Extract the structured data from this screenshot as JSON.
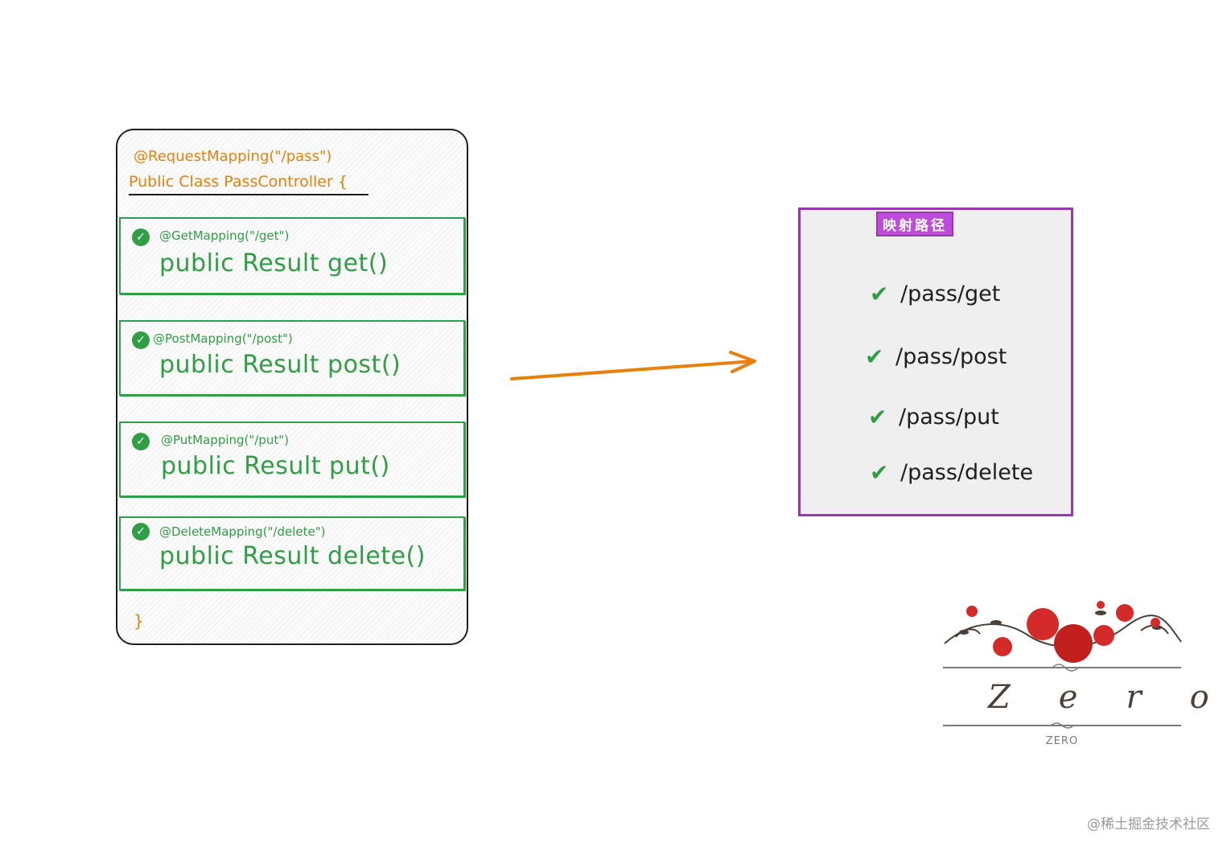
{
  "controller": {
    "request_mapping": "@RequestMapping(\"/pass\")",
    "class_declaration": "Public Class PassController {",
    "closing_brace": "}",
    "methods": [
      {
        "annotation": "@GetMapping(\"/get\")",
        "signature": "public Result get()"
      },
      {
        "annotation": "@PostMapping(\"/post\")",
        "signature": "public Result post()"
      },
      {
        "annotation": "@PutMapping(\"/put\")",
        "signature": "public Result put()"
      },
      {
        "annotation": "@DeleteMapping(\"/delete\")",
        "signature": "public Result delete()"
      }
    ]
  },
  "paths_panel": {
    "title": "映射路径",
    "paths": [
      "/pass/get",
      "/pass/post",
      "/pass/put",
      "/pass/delete"
    ],
    "check_icon": "check-icon"
  },
  "logo": {
    "word": "Zero",
    "subtext": "ZERO"
  },
  "watermark": "@稀土掘金技术社区",
  "colors": {
    "controller_text": "#e8800c",
    "method_green": "#2f9e44",
    "arrow": "#e8800c",
    "panel_border": "#9c36b5",
    "panel_title_bg": "#be4bdb",
    "rose": "#d42a2a"
  }
}
